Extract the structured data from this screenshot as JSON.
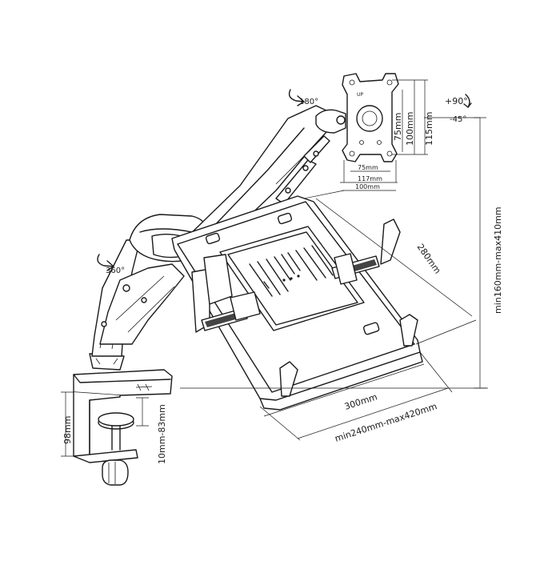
{
  "dimensions": {
    "rotation_180": "180°",
    "rotation_360": "360°",
    "tilt_up": "+90°",
    "tilt_down": "-45°",
    "vesa_h_75": "75mm",
    "vesa_h_100": "100mm",
    "vesa_h_115": "115mm",
    "vesa_w_75": "75mm",
    "vesa_w_117": "117mm",
    "vesa_w_100": "100mm",
    "tray_depth": "280mm",
    "tray_width": "300mm",
    "tray_range": "min240mm-max420mm",
    "height_range": "min160mm-max410mm",
    "clamp_height": "98mm",
    "desk_thickness": "10mm-83mm",
    "vesa_up_mark": "UP"
  },
  "colors": {
    "line": "#1a1a1a",
    "background": "#ffffff"
  }
}
